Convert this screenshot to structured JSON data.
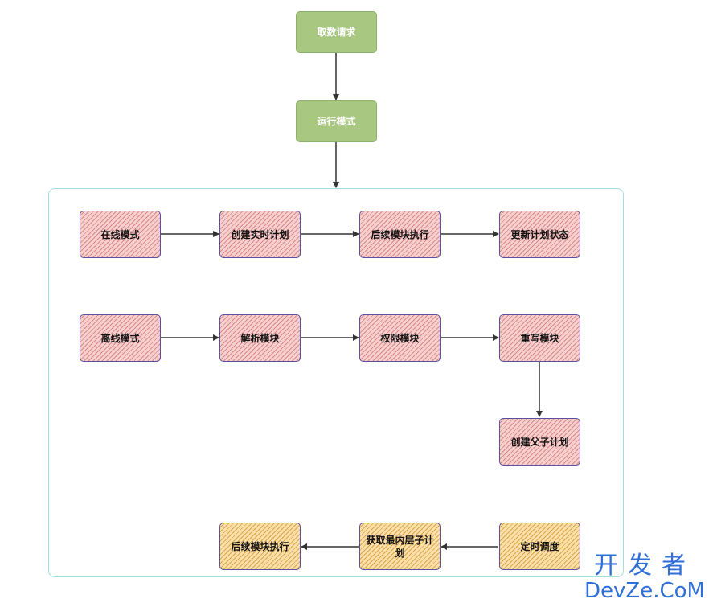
{
  "nodes": {
    "fetch_request": "取数请求",
    "run_mode": "运行模式",
    "online_mode": "在线模式",
    "create_realtime_plan": "创建实时计划",
    "followup_exec_1": "后续模块执行",
    "update_plan_status": "更新计划状态",
    "offline_mode": "离线模式",
    "parse_module": "解析模块",
    "permission_module": "权限模块",
    "rewrite_module": "重写模块",
    "create_parent_child_plan": "创建父子计划",
    "scheduled_dispatch": "定时调度",
    "get_innermost_plan": "获取最内层子计划",
    "followup_exec_2": "后续模块执行"
  },
  "watermark": {
    "cn": "开发者",
    "en": "DevZe.CoM"
  },
  "colors": {
    "start": "#a8c882",
    "process": "#f7cfcf",
    "scheduled": "#fce0a8",
    "edge": "#333333",
    "container_border": "#a6dbe0",
    "watermark": "#2f6fd6"
  }
}
